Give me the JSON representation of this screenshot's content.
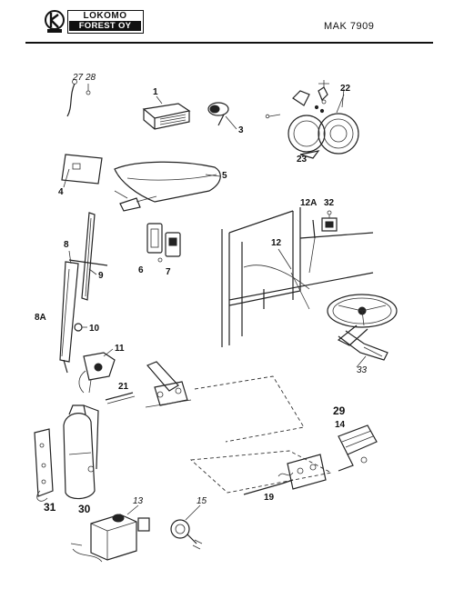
{
  "header": {
    "logo_line1": "LOKOMO",
    "logo_line2": "FOREST OY",
    "doc_code": "MAK 7909"
  },
  "part_labels": [
    "1",
    "3",
    "4",
    "5",
    "6",
    "7",
    "8",
    "8A",
    "9",
    "10",
    "11",
    "12",
    "12A",
    "13",
    "14",
    "15",
    "19",
    "21",
    "22",
    "23",
    "27",
    "28",
    "29",
    "30",
    "31",
    "32",
    "33"
  ],
  "icons": {
    "logo": "lokomo-logo-icon"
  }
}
